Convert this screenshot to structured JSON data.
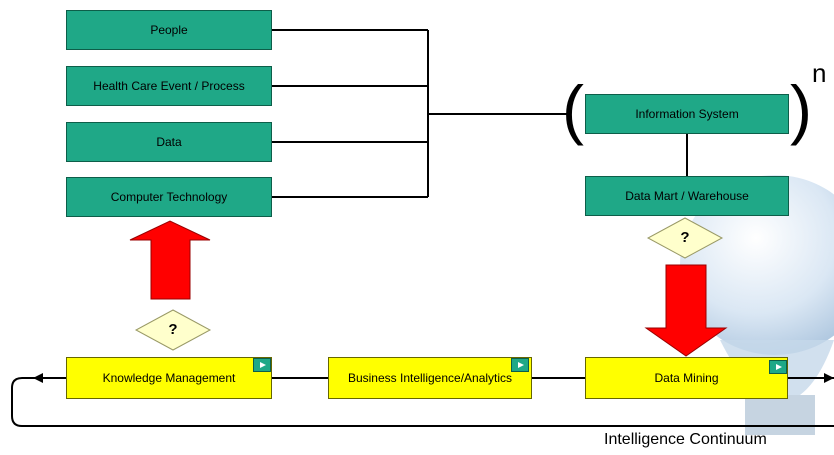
{
  "diagram": {
    "green_boxes": {
      "people": "People",
      "health_care": "Health Care Event / Process",
      "data": "Data",
      "computer_technology": "Computer Technology",
      "information_system": "Information System",
      "data_mart": "Data Mart / Warehouse"
    },
    "yellow_boxes": {
      "knowledge_management": "Knowledge Management",
      "business_intelligence": "Business Intelligence/Analytics",
      "data_mining": "Data Mining"
    },
    "paren_open": "(",
    "paren_close": ")",
    "superscript": "n",
    "question_mark": "?",
    "caption": "Intelligence Continuum",
    "colors": {
      "green": "#1fa887",
      "yellow": "#ffff00",
      "red_arrow": "#ff0000",
      "diamond": "#ffffcc"
    }
  }
}
